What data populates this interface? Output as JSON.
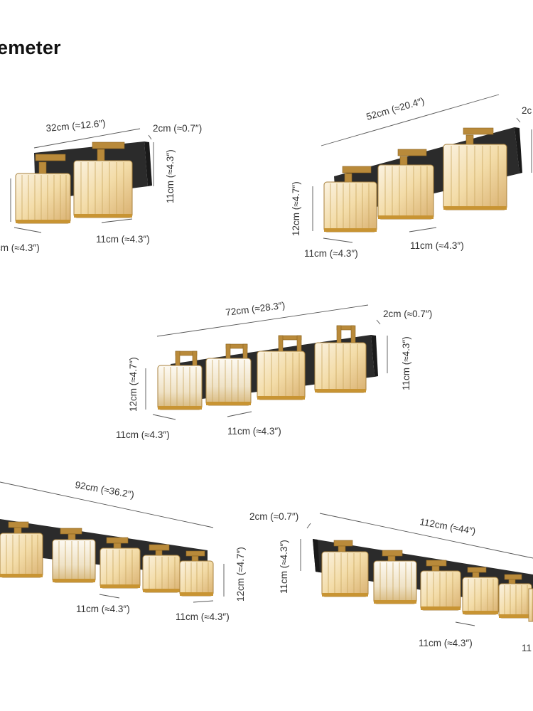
{
  "page": {
    "title": "emeter"
  },
  "colors": {
    "plate": "#2b2b2b",
    "brass": "#b98a3a",
    "glass_warm": "#f3dca8",
    "glass_light": "#fbf3e2",
    "text": "#333333"
  },
  "fixtures": [
    {
      "id": "two-light",
      "lights": 2,
      "labels": {
        "length": "32cm (≈12.6″)",
        "depth": "2cm (≈0.7″)",
        "plate_height": "11cm (≈4.3″)",
        "shade_height": "",
        "shade_width_left": "cm (≈4.3″)",
        "shade_width_right": "11cm (≈4.3″)"
      }
    },
    {
      "id": "three-light",
      "lights": 3,
      "labels": {
        "length": "52cm (≈20.4″)",
        "depth": "2c",
        "shade_height": "12cm (≈4.7″)",
        "shade_width_left": "11cm (≈4.3″)",
        "shade_width_right": "11cm (≈4.3″)"
      }
    },
    {
      "id": "four-light",
      "lights": 4,
      "labels": {
        "length": "72cm (≈28.3″)",
        "depth": "2cm (≈0.7″)",
        "plate_height": "11cm (≈4.3″)",
        "shade_height": "12cm (≈4.7″)",
        "shade_width_left": "11cm (≈4.3″)",
        "shade_width_right": "11cm (≈4.3″)"
      }
    },
    {
      "id": "five-light",
      "lights": 5,
      "labels": {
        "length": "92cm (≈36.2″)",
        "shade_height": "12cm (≈4.7″)",
        "shade_width_left": "11cm (≈4.3″)",
        "shade_width_right": "11cm (≈4.3″)"
      }
    },
    {
      "id": "six-light",
      "lights": 6,
      "labels": {
        "length": "112cm (≈44″)",
        "depth": "2cm (≈0.7″)",
        "plate_height": "11cm (≈4.3″)",
        "shade_width_right": "11cm (≈4.3″)",
        "shade_width_cut": "11"
      }
    }
  ]
}
